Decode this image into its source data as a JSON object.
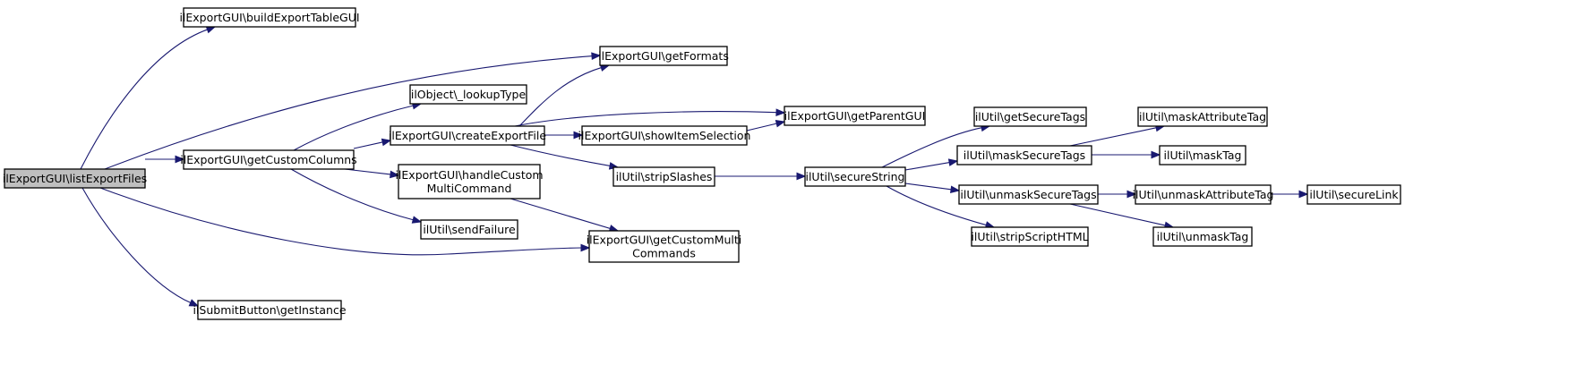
{
  "diagram": {
    "type": "call-graph",
    "nodes": [
      {
        "id": "listExportFiles",
        "label": "ilExportGUI\\listExportFiles",
        "root": true
      },
      {
        "id": "buildExportTableGUI",
        "label": "ilExportGUI\\buildExportTableGUI"
      },
      {
        "id": "getFormats",
        "label": "ilExportGUI\\getFormats"
      },
      {
        "id": "lookupType",
        "label": "ilObject\\_lookupType"
      },
      {
        "id": "getCustomColumns",
        "label": "ilExportGUI\\getCustomColumns"
      },
      {
        "id": "createExportFile",
        "label": "ilExportGUI\\createExportFile"
      },
      {
        "id": "getParentGUI",
        "label": "ilExportGUI\\getParentGUI"
      },
      {
        "id": "showItemSelection",
        "label": "ilExportGUI\\showItemSelection"
      },
      {
        "id": "handleCustomMultiCommand",
        "label": "ilExportGUI\\handleCustom MultiCommand",
        "lines": [
          "ilExportGUI\\handleCustom",
          "MultiCommand"
        ]
      },
      {
        "id": "stripSlashes",
        "label": "ilUtil\\stripSlashes"
      },
      {
        "id": "sendFailure",
        "label": "ilUtil\\sendFailure"
      },
      {
        "id": "getCustomMultiCommands",
        "label": "ilExportGUI\\getCustomMulti Commands",
        "lines": [
          "ilExportGUI\\getCustomMulti",
          "Commands"
        ]
      },
      {
        "id": "getInstance",
        "label": "ilSubmitButton\\getInstance"
      },
      {
        "id": "secureString",
        "label": "ilUtil\\secureString"
      },
      {
        "id": "getSecureTags",
        "label": "ilUtil\\getSecureTags"
      },
      {
        "id": "maskSecureTags",
        "label": "ilUtil\\maskSecureTags"
      },
      {
        "id": "unmaskSecureTags",
        "label": "ilUtil\\unmaskSecureTags"
      },
      {
        "id": "stripScriptHTML",
        "label": "ilUtil\\stripScriptHTML"
      },
      {
        "id": "maskAttributeTag",
        "label": "ilUtil\\maskAttributeTag"
      },
      {
        "id": "maskTag",
        "label": "ilUtil\\maskTag"
      },
      {
        "id": "unmaskAttributeTag",
        "label": "ilUtil\\unmaskAttributeTag"
      },
      {
        "id": "unmaskTag",
        "label": "ilUtil\\unmaskTag"
      },
      {
        "id": "secureLink",
        "label": "ilUtil\\secureLink"
      }
    ],
    "edges": [
      {
        "from": "listExportFiles",
        "to": "buildExportTableGUI"
      },
      {
        "from": "listExportFiles",
        "to": "getFormats"
      },
      {
        "from": "listExportFiles",
        "to": "getCustomColumns"
      },
      {
        "from": "listExportFiles",
        "to": "getCustomMultiCommands"
      },
      {
        "from": "listExportFiles",
        "to": "getInstance"
      },
      {
        "from": "getCustomColumns",
        "to": "lookupType"
      },
      {
        "from": "getCustomColumns",
        "to": "createExportFile"
      },
      {
        "from": "getCustomColumns",
        "to": "handleCustomMultiCommand"
      },
      {
        "from": "getCustomColumns",
        "to": "sendFailure"
      },
      {
        "from": "createExportFile",
        "to": "getFormats"
      },
      {
        "from": "createExportFile",
        "to": "getParentGUI"
      },
      {
        "from": "createExportFile",
        "to": "showItemSelection"
      },
      {
        "from": "createExportFile",
        "to": "stripSlashes"
      },
      {
        "from": "showItemSelection",
        "to": "getParentGUI"
      },
      {
        "from": "handleCustomMultiCommand",
        "to": "getCustomMultiCommands"
      },
      {
        "from": "stripSlashes",
        "to": "secureString"
      },
      {
        "from": "secureString",
        "to": "getSecureTags"
      },
      {
        "from": "secureString",
        "to": "maskSecureTags"
      },
      {
        "from": "secureString",
        "to": "unmaskSecureTags"
      },
      {
        "from": "secureString",
        "to": "stripScriptHTML"
      },
      {
        "from": "maskSecureTags",
        "to": "maskAttributeTag"
      },
      {
        "from": "maskSecureTags",
        "to": "maskTag"
      },
      {
        "from": "unmaskSecureTags",
        "to": "unmaskAttributeTag"
      },
      {
        "from": "unmaskSecureTags",
        "to": "unmaskTag"
      },
      {
        "from": "unmaskAttributeTag",
        "to": "secureLink"
      }
    ],
    "colors": {
      "root_fill": "#bfbfbf",
      "node_fill": "#ffffff",
      "border": "#000000",
      "edge": "#191970"
    }
  }
}
